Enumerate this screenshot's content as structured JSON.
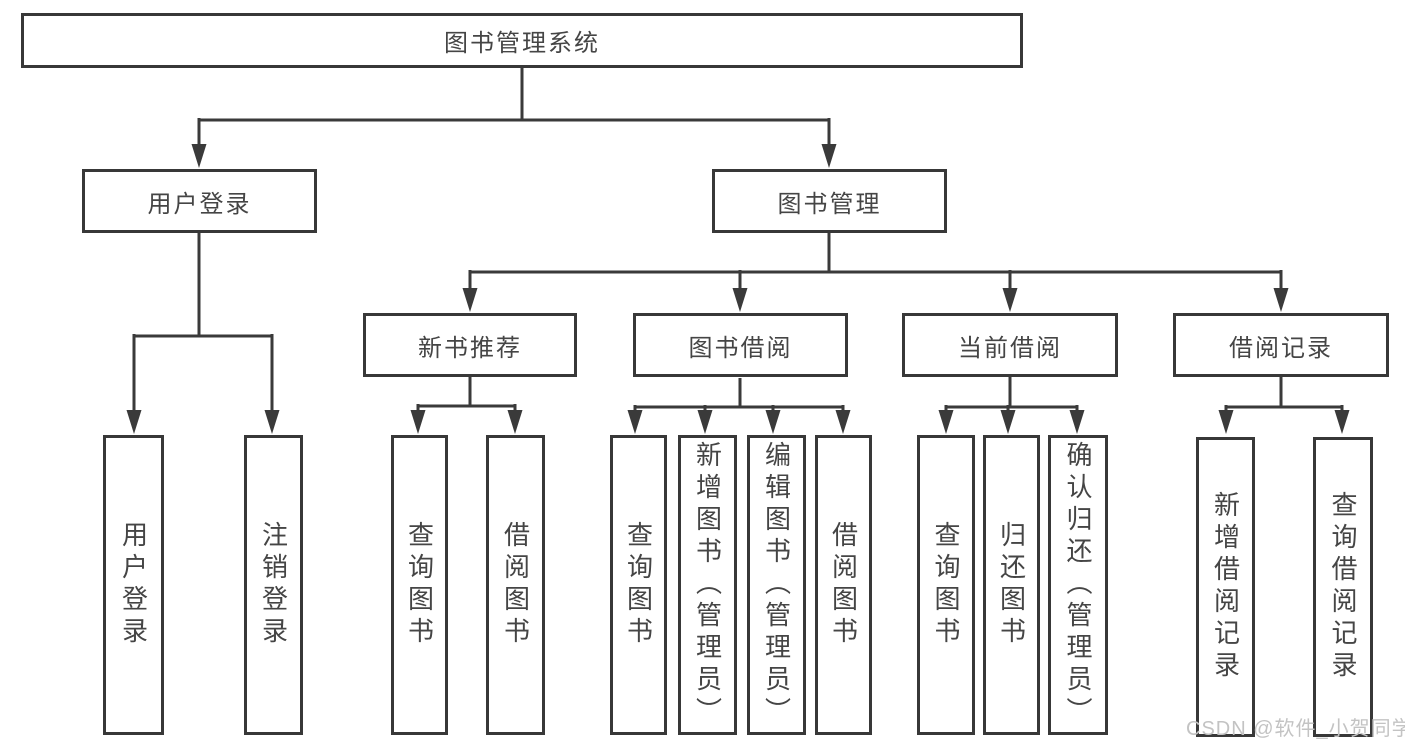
{
  "diagram": {
    "root": "图书管理系统",
    "branches": [
      {
        "label": "用户登录",
        "leaves": [
          "用户登录",
          "注销登录"
        ]
      },
      {
        "label": "图书管理",
        "children": [
          {
            "label": "新书推荐",
            "leaves": [
              "查询图书",
              "借阅图书"
            ]
          },
          {
            "label": "图书借阅",
            "leaves": [
              "查询图书",
              "新增图书（管理员）",
              "编辑图书（管理员）",
              "借阅图书"
            ]
          },
          {
            "label": "当前借阅",
            "leaves": [
              "查询图书",
              "归还图书",
              "确认归还（管理员）"
            ]
          },
          {
            "label": "借阅记录",
            "leaves": [
              "新增借阅记录",
              "查询借阅记录"
            ]
          }
        ]
      }
    ]
  },
  "watermark": "CSDN @软件_小贺同学",
  "colors": {
    "line": "#3a3a3a",
    "text": "#454545",
    "box_background": "#ffffff",
    "watermark": "#c3c3c3"
  }
}
